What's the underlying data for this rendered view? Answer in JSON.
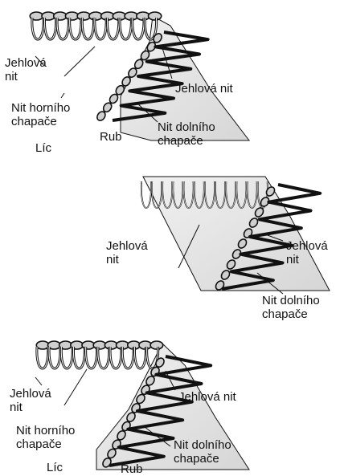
{
  "diagrams": [
    {
      "labels": {
        "needle_thread": "Jehlová nit",
        "upper_looper_thread": "Nit horního chapače",
        "lower_looper_thread": "Nit dolního chapače",
        "wrong_side": "Rub",
        "right_side": "Líc"
      }
    },
    {
      "labels": {
        "needle_thread_left": "Jehlová nit",
        "needle_thread_right": "Jehlová nit",
        "lower_looper_thread": "Nit dolního chapače"
      }
    },
    {
      "labels": {
        "needle_thread_left": "Jehlová nit",
        "needle_thread_right": "Jehlová nit",
        "upper_looper_thread": "Nit horního chapače",
        "lower_looper_thread": "Nit dolního chapače",
        "right_side": "Líc",
        "wrong_side": "Rub"
      }
    }
  ],
  "colors": {
    "stroke": "#111111",
    "fabric": "#e4e4e4",
    "thread_light": "#cfcfcf"
  }
}
